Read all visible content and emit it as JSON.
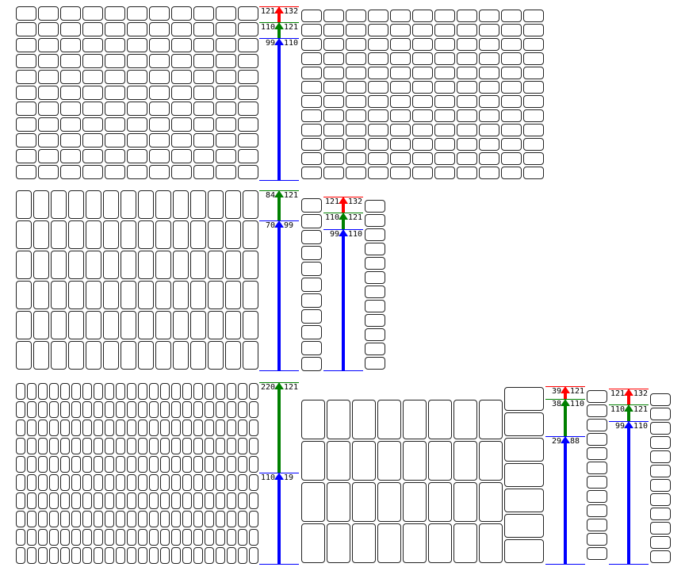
{
  "colors": {
    "blue": "#0000ff",
    "green": "#008000",
    "red": "#ff0000",
    "outline": "#222222"
  },
  "bands": [
    {
      "stacks": [
        {
          "arrows": [
            {
              "color": "blue",
              "left": "99",
              "right": "110"
            },
            {
              "color": "green",
              "left": "110",
              "right": "121"
            },
            {
              "color": "red",
              "left": "121",
              "right": "132"
            }
          ]
        }
      ]
    },
    {
      "stacks": [
        {
          "arrows": [
            {
              "color": "blue",
              "left": "70",
              "right": "99"
            },
            {
              "color": "green",
              "left": "84",
              "right": "121"
            }
          ]
        },
        {
          "arrows": [
            {
              "color": "blue",
              "left": "99",
              "right": "110"
            },
            {
              "color": "green",
              "left": "110",
              "right": "121"
            },
            {
              "color": "red",
              "left": "121",
              "right": "132"
            }
          ]
        }
      ]
    },
    {
      "stacks": [
        {
          "arrows": [
            {
              "color": "blue",
              "left": "110",
              "right": "19"
            },
            {
              "color": "green",
              "left": "220",
              "right": "121"
            }
          ]
        },
        {
          "arrows": [
            {
              "color": "blue",
              "left": "29",
              "right": "88"
            },
            {
              "color": "green",
              "left": "38",
              "right": "110"
            },
            {
              "color": "red",
              "left": "39",
              "right": "121"
            }
          ]
        },
        {
          "arrows": [
            {
              "color": "blue",
              "left": "99",
              "right": "110"
            },
            {
              "color": "green",
              "left": "110",
              "right": "121"
            },
            {
              "color": "red",
              "left": "121",
              "right": "132"
            }
          ]
        }
      ]
    }
  ]
}
